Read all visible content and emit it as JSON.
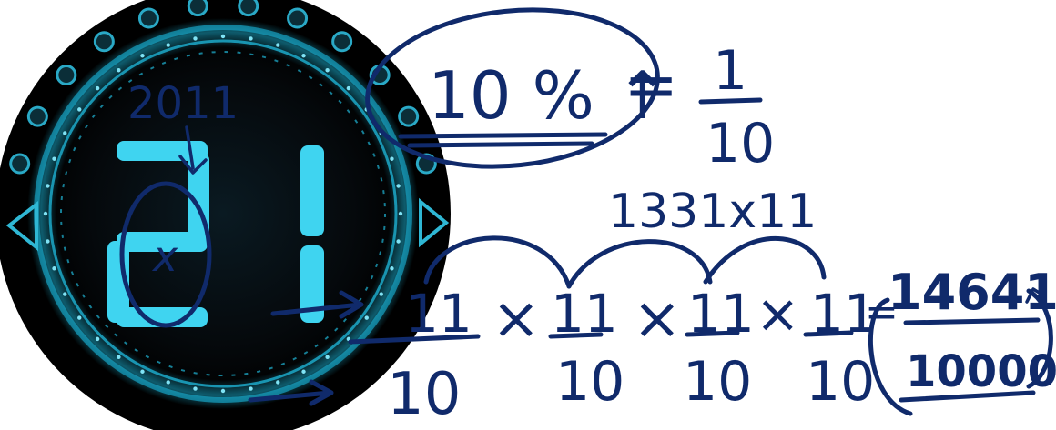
{
  "gauge": {
    "display_value": "21",
    "accent_color": "#3fd4f0",
    "bezel_color": "#0b0f12"
  },
  "notes": {
    "gauge_year": "2011",
    "gauge_var": "x",
    "percent": "10 % ↑",
    "equals": "=",
    "fraction_num": "1",
    "fraction_den": "10",
    "product_label": "1331x11",
    "factors": [
      "11",
      "11",
      "11",
      "11"
    ],
    "times_sign": "×",
    "denoms": [
      "10",
      "10",
      "10",
      "10"
    ],
    "result_num": "14641",
    "result_den": "10000",
    "result_equals": "="
  },
  "ink_color": "#102a6b"
}
